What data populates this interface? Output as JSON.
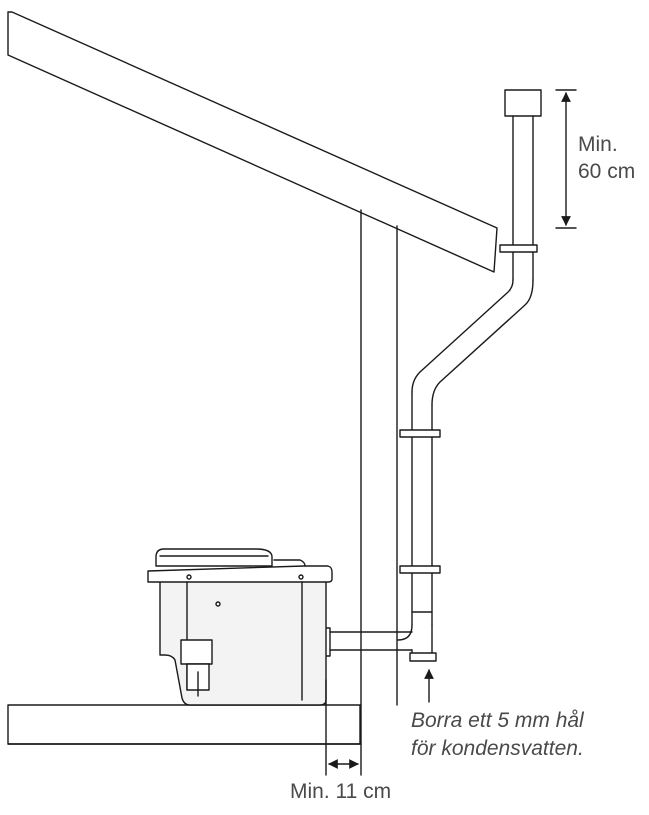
{
  "labels": {
    "chimney_height": [
      "Min.",
      "60 cm"
    ],
    "condensate_hole": [
      "Borra ett 5 mm hål",
      "för kondensvatten."
    ],
    "wall_distance": "Min. 11 cm"
  },
  "colors": {
    "line": "#1a1a1a",
    "text": "#4a4a4a",
    "toilet_body": "#f3f3f3"
  }
}
